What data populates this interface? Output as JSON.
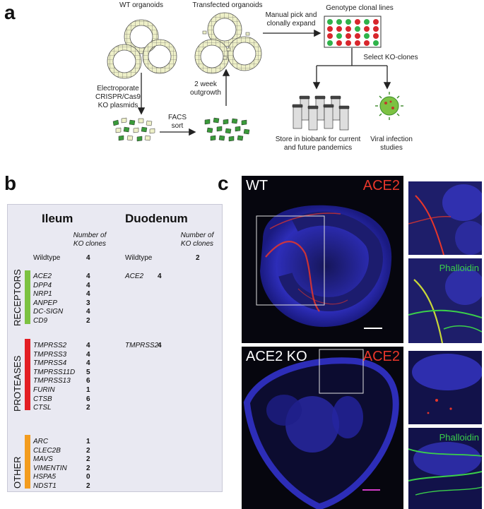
{
  "panel_letters": {
    "a": "a",
    "b": "b",
    "c": "c"
  },
  "panel_a": {
    "wt_organoids": "WT organoids",
    "transfected_organoids": "Transfected organoids",
    "manual_pick": "Manual pick and\nclonally expand",
    "genotype": "Genotype clonal lines",
    "select_ko": "Select KO-clones",
    "electroporate": "Electroporate\nCRISPR/Cas9\nKO plasmids",
    "outgrowth": "2 week\noutgrowth",
    "facs": "FACS\nsort",
    "biobank": "Store in biobank for current\nand future pandemics",
    "viral": "Viral infection\nstudies"
  },
  "panel_b": {
    "ileum_title": "Ileum",
    "duodenum_title": "Duodenum",
    "number_of_ko": "Number of\nKO clones",
    "wildtype_label": "Wildtype",
    "ileum_wildtype": "4",
    "duodenum_wildtype": "2",
    "categories": [
      {
        "name": "RECEPTORS",
        "color": "#7cc242"
      },
      {
        "name": "PROTEASES",
        "color": "#e31e24"
      },
      {
        "name": "OTHER",
        "color": "#f39c1f"
      }
    ],
    "ileum_receptors": [
      {
        "gene": "ACE2",
        "n": "4"
      },
      {
        "gene": "DPP4",
        "n": "4"
      },
      {
        "gene": "NRP1",
        "n": "4"
      },
      {
        "gene": "ANPEP",
        "n": "3"
      },
      {
        "gene": "DC-SIGN",
        "n": "4"
      },
      {
        "gene": "CD9",
        "n": "2"
      }
    ],
    "ileum_proteases": [
      {
        "gene": "TMPRSS2",
        "n": "4"
      },
      {
        "gene": "TMPRSS3",
        "n": "4"
      },
      {
        "gene": "TMPRSS4",
        "n": "4"
      },
      {
        "gene": "TMPRSS11D",
        "n": "5"
      },
      {
        "gene": "TMPRSS13",
        "n": "6"
      },
      {
        "gene": "FURIN",
        "n": "1"
      },
      {
        "gene": "CTSB",
        "n": "6"
      },
      {
        "gene": "CTSL",
        "n": "2"
      }
    ],
    "ileum_other": [
      {
        "gene": "ARC",
        "n": "1"
      },
      {
        "gene": "CLEC2B",
        "n": "2"
      },
      {
        "gene": "MAVS",
        "n": "2"
      },
      {
        "gene": "VIMENTIN",
        "n": "2"
      },
      {
        "gene": "HSPA5",
        "n": "0"
      },
      {
        "gene": "NDST1",
        "n": "2"
      }
    ],
    "duodenum_receptor": {
      "gene": "ACE2",
      "n": "4"
    },
    "duodenum_protease": {
      "gene": "TMPRSS2",
      "n": "4"
    }
  },
  "panel_c": {
    "wt_label": "WT",
    "ko_label": "ACE2 KO",
    "ace2_label": "ACE2",
    "phalloidin_label": "Phalloidin",
    "colors": {
      "nuclei": "#2a2ab8",
      "ace2": "#e8362a",
      "phalloidin": "#3bd04a",
      "scale_wt": "#ffffff",
      "scale_ko": "#d23cc8"
    }
  }
}
